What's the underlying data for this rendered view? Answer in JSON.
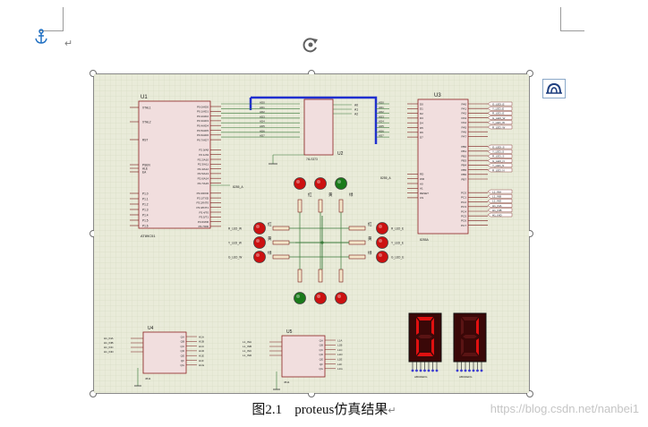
{
  "document": {
    "caption_number": "图2.1",
    "caption_text": "proteus仿真结果",
    "watermark": "https://blog.csdn.net/nanbei1",
    "anchor_icon": "anchor-icon",
    "paragraph_mark": "↵"
  },
  "colors": {
    "bus": "#1f2fd0",
    "wire": "#3a7a3a",
    "chip_fill": "#f1dede",
    "chip_stroke": "#8b2020",
    "grid_bg": "#e9ebd9",
    "led_red": "#cc1111",
    "led_green": "#1a7a1a",
    "segment_on": "#e01010"
  },
  "schematic": {
    "u1": {
      "ref": "U1",
      "part": "AT89C51"
    },
    "u2": {
      "ref": "U2",
      "part": "74LS373"
    },
    "u3": {
      "ref": "U3",
      "part": "8255A"
    },
    "u4": {
      "ref": "U4",
      "part": "4511"
    },
    "u5": {
      "ref": "U5",
      "part": "4511"
    },
    "u1_left_pins": [
      "XTAL1",
      "XTAL2",
      "RST",
      "PSEN",
      "ALE",
      "EA",
      "P1.0",
      "P1.1",
      "P1.2",
      "P1.3",
      "P1.4",
      "P1.5",
      "P1.6",
      "P1.7"
    ],
    "u1_right_pins": [
      "P0.0/AD0",
      "P0.1/AD1",
      "P0.2/AD2",
      "P0.3/AD3",
      "P0.4/AD4",
      "P0.5/AD5",
      "P0.6/AD6",
      "P0.7/AD7",
      "P2.0/A8",
      "P2.1/A9",
      "P2.2/A10",
      "P2.3/A11",
      "P2.4/A12",
      "P2.5/A13",
      "P2.6/A14",
      "P2.7/A15",
      "P3.0/RXD",
      "P3.1/TXD",
      "P3.2/INT0",
      "P3.3/INT1",
      "P3.4/T0",
      "P3.5/T1",
      "P3.6/WR",
      "P3.7/RD"
    ],
    "u3_right_pins": [
      "PA0",
      "PA1",
      "PA2",
      "PA3",
      "PA4",
      "PA5",
      "PA6",
      "PA7",
      "PB0",
      "PB1",
      "PB2",
      "PB3",
      "PB4",
      "PB5",
      "PB6",
      "PB7",
      "PC0",
      "PC1",
      "PC2",
      "PC3",
      "PC4",
      "PC5",
      "PC6",
      "PC7"
    ],
    "u3_left_pins": [
      "D0",
      "D1",
      "D2",
      "D3",
      "D4",
      "D5",
      "D6",
      "D7",
      "RD",
      "WR",
      "A0",
      "A1",
      "RESET",
      "CS"
    ],
    "u3_net_labels_a": [
      "G_LED_E",
      "Y_LED_E",
      "R_LED_E",
      "G_LED_W",
      "Y_LED_W",
      "R_LED_W"
    ],
    "u3_net_labels_b": [
      "G_LED_S",
      "Y_LED_S",
      "R_LED_S",
      "G_LED_N",
      "Y_LED_N",
      "R_LED_N"
    ],
    "u3_net_labels_c": [
      "L1_INA",
      "L1_INB",
      "L1_IND",
      "H1_INA",
      "H1_INB",
      "H1_IND"
    ],
    "traffic_labels": {
      "red": "红",
      "yellow": "黄",
      "green": "绿"
    },
    "left_led_labels": [
      "R_LED_W",
      "Y_LED_W",
      "G_LED_W"
    ],
    "right_led_labels": [
      "R_LED_E",
      "Y_LED_E",
      "G_LED_E"
    ],
    "u4_inputs": [
      "H1_INA",
      "H1_INB",
      "H1_INC",
      "H1_IND"
    ],
    "u5_inputs": [
      "L1_INA",
      "L1_INB",
      "L1_INC",
      "L1_IND"
    ],
    "decoder_outputs": [
      "QA",
      "QB",
      "QC",
      "QD",
      "QE",
      "QF",
      "QG"
    ],
    "display_digits": [
      "0",
      "1"
    ],
    "net_8255_a": "8255_A",
    "net_8255_a2": "8255_A"
  }
}
